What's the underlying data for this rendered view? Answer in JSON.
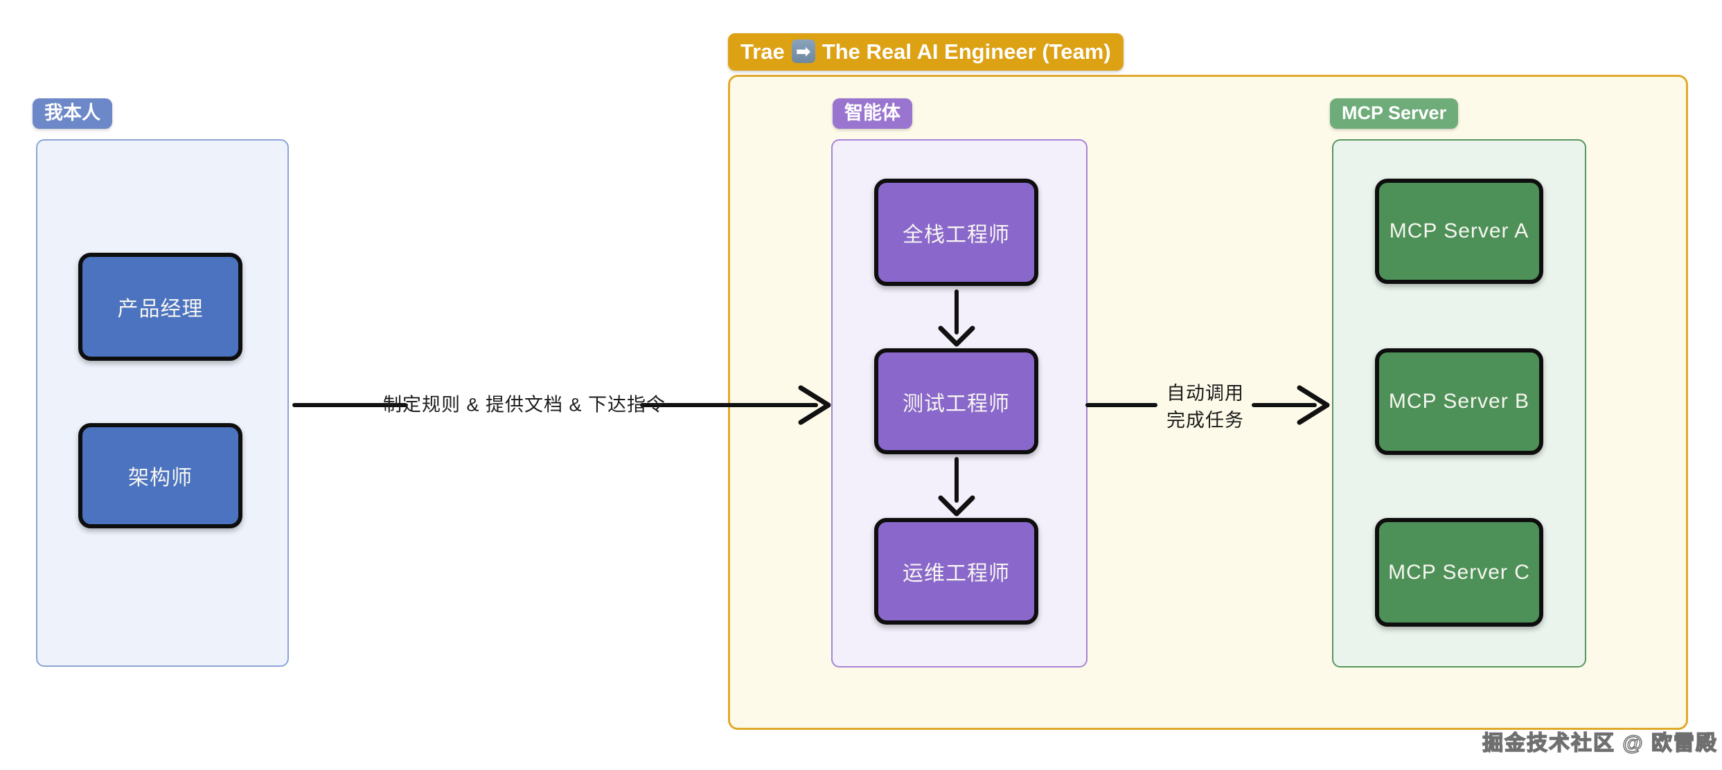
{
  "title_badge": {
    "prefix": "Trae",
    "arrow_icon": "➡",
    "suffix": "The Real AI Engineer (Team)",
    "bg": "#dda114"
  },
  "left_group": {
    "badge": "我本人",
    "items": [
      {
        "label": "产品经理"
      },
      {
        "label": "架构师"
      }
    ],
    "colors": {
      "badge_bg": "#6c88c8",
      "container_bg": "#eef2fb",
      "container_border": "#8ca3d8",
      "box_bg": "#4b73bf"
    }
  },
  "agent_group": {
    "badge": "智能体",
    "items": [
      {
        "label": "全栈工程师"
      },
      {
        "label": "测试工程师"
      },
      {
        "label": "运维工程师"
      }
    ],
    "colors": {
      "badge_bg": "#9a75d0",
      "container_bg": "#f3effb",
      "container_border": "#a584d6",
      "box_bg": "#8a67cb"
    }
  },
  "mcp_group": {
    "badge": "MCP Server",
    "items": [
      {
        "label": "MCP Server A"
      },
      {
        "label": "MCP Server B"
      },
      {
        "label": "MCP Server C"
      }
    ],
    "colors": {
      "badge_bg": "#6eac79",
      "container_bg": "#eaf4ec",
      "container_border": "#56965f",
      "box_bg": "#4e9158"
    }
  },
  "team_container": {
    "bg": "#fdfae9",
    "border": "#e0a92a"
  },
  "edges": {
    "user_to_agent": {
      "label": "制定规则 & 提供文档 & 下达指令"
    },
    "agent_to_mcp": {
      "label_line1": "自动调用",
      "label_line2": "完成任务"
    },
    "arrow_color": "#111111"
  },
  "watermark": {
    "text": "掘金技术社区 @ 欧雷殿"
  }
}
